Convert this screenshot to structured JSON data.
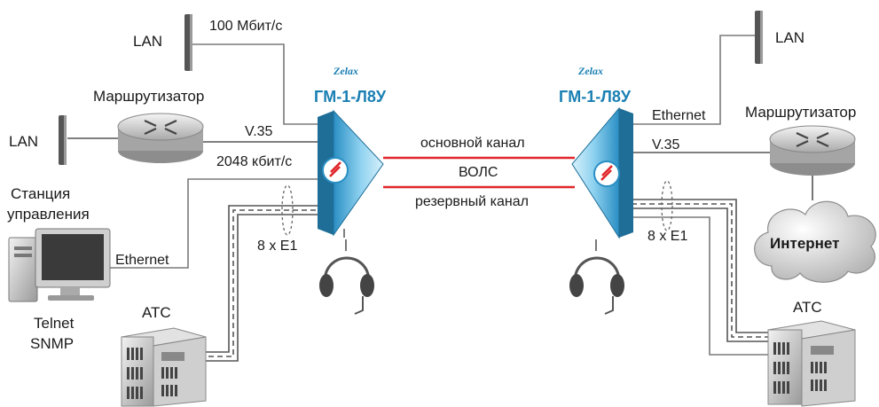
{
  "labels": {
    "lan_top_left": "LAN",
    "speed_100": "100 Мбит/с",
    "lan_mid_left": "LAN",
    "router_left": "Маршрутизатор",
    "v35_left": "V.35",
    "speed_2048": "2048 кбит/с",
    "station_line1": "Станция",
    "station_line2": "управления",
    "ethernet_left": "Ethernet",
    "telnet": "Telnet",
    "snmp": "SNMP",
    "e1_left": "8 x E1",
    "atc_left": "АТС",
    "brand_left": "Zelax",
    "model_left": "ГМ-1-Л8У",
    "main_channel": "основной канал",
    "fiber_link": "ВОЛС",
    "backup_channel": "резервный канал",
    "brand_right": "Zelax",
    "model_right": "ГМ-1-Л8У",
    "ethernet_right": "Ethernet",
    "v35_right": "V.35",
    "lan_top_right": "LAN",
    "router_right": "Маршрутизатор",
    "internet": "Интернет",
    "e1_right": "8 x E1",
    "atc_right": "АТС"
  },
  "colors": {
    "accent_blue": "#1a7fb3",
    "fiber_red": "#e0262b",
    "wire_gray": "#7a7a7a"
  },
  "icons": [
    "lan-bus-icon",
    "router-icon",
    "computer-icon",
    "pbx-icon",
    "multiplexer-icon",
    "headset-icon",
    "cloud-icon"
  ]
}
